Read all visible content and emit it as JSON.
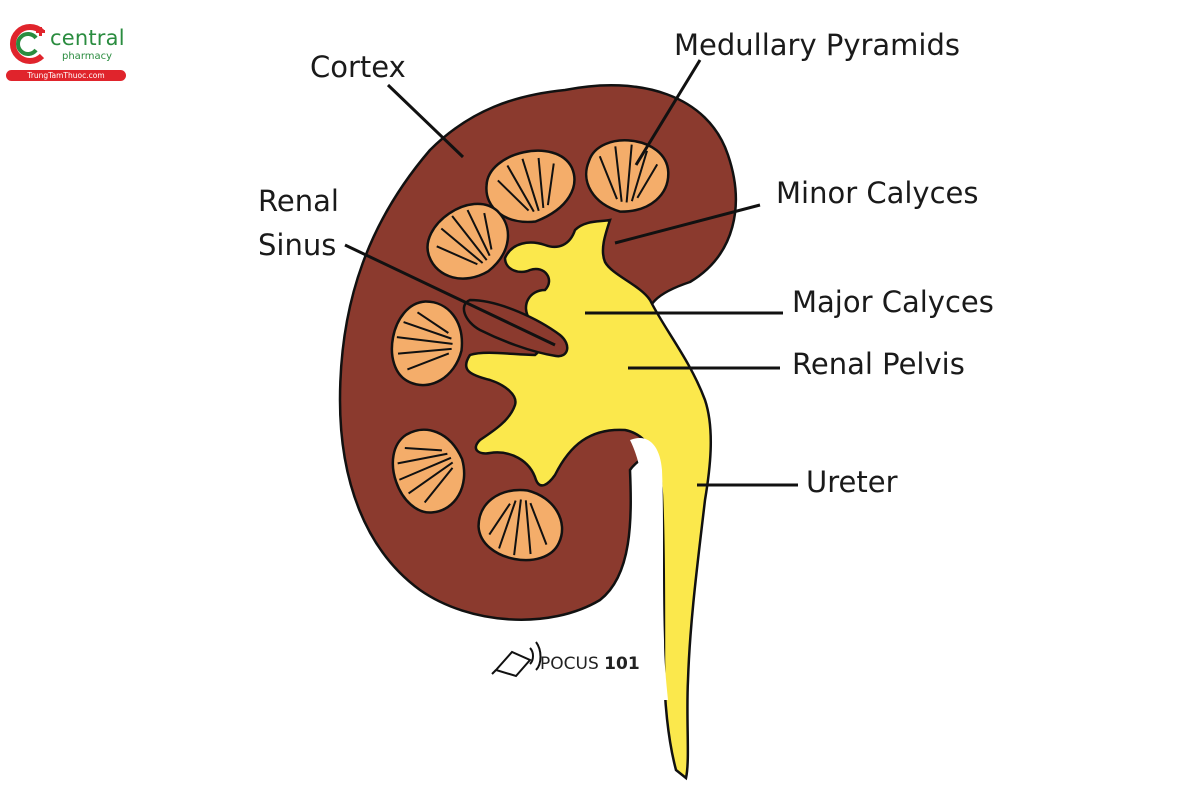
{
  "brand": {
    "name": "central",
    "sub": "pharmacy",
    "site": "TrungTamThuoc.com",
    "colors": {
      "green": "#2a8c3f",
      "red": "#e0242c"
    }
  },
  "labels": {
    "cortex": "Cortex",
    "medullary_pyramids": "Medullary Pyramids",
    "minor_calyces": "Minor Calyces",
    "renal_sinus_line1": "Renal",
    "renal_sinus_line2": "Sinus",
    "major_calyces": "Major Calyces",
    "renal_pelvis": "Renal Pelvis",
    "ureter": "Ureter"
  },
  "credit": {
    "name": "POCUS",
    "number": "101"
  },
  "colors": {
    "cortex": "#8b3a2e",
    "pyramid": "#f4ad6a",
    "pelvis": "#fbe84c",
    "outline": "#111111"
  },
  "icons": [
    "logo-c-icon",
    "ultrasound-probe-icon"
  ]
}
